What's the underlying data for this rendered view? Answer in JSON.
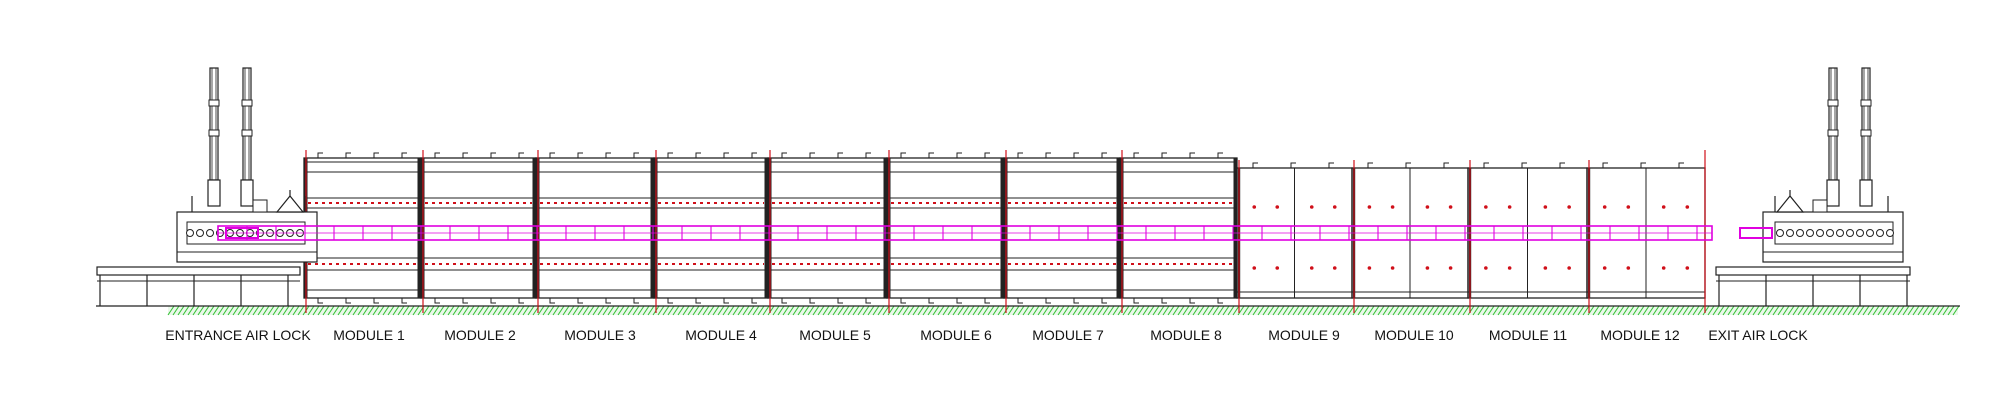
{
  "labels": {
    "entrance": "ENTRANCE AIR LOCK",
    "modules": [
      "MODULE 1",
      "MODULE 2",
      "MODULE 3",
      "MODULE 4",
      "MODULE 5",
      "MODULE 6",
      "MODULE 7",
      "MODULE 8",
      "MODULE 9",
      "MODULE 10",
      "MODULE 11",
      "MODULE 12"
    ],
    "exit": "EXIT AIR LOCK"
  },
  "colors": {
    "line": "#222222",
    "conveyor": "#e000e0",
    "marker": "#d0101a",
    "ground": "#2fbf2f"
  }
}
